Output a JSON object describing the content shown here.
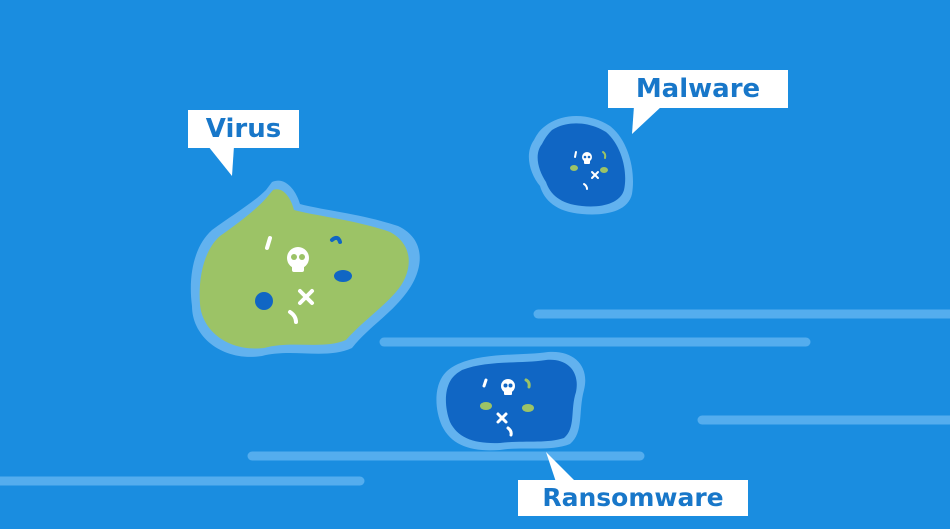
{
  "labels": {
    "virus": "Virus",
    "malware": "Malware",
    "ransomware": "Ransomware"
  },
  "icons": [
    "skull-icon",
    "cross-icon"
  ],
  "colors": {
    "ocean": "#1a8de0",
    "wave": "#54adee",
    "shore": "#62b2ef",
    "virus_island": "#9cc366",
    "dark_island": "#1066c4",
    "marks": "#ffffff",
    "label_text": "#1877c9"
  }
}
